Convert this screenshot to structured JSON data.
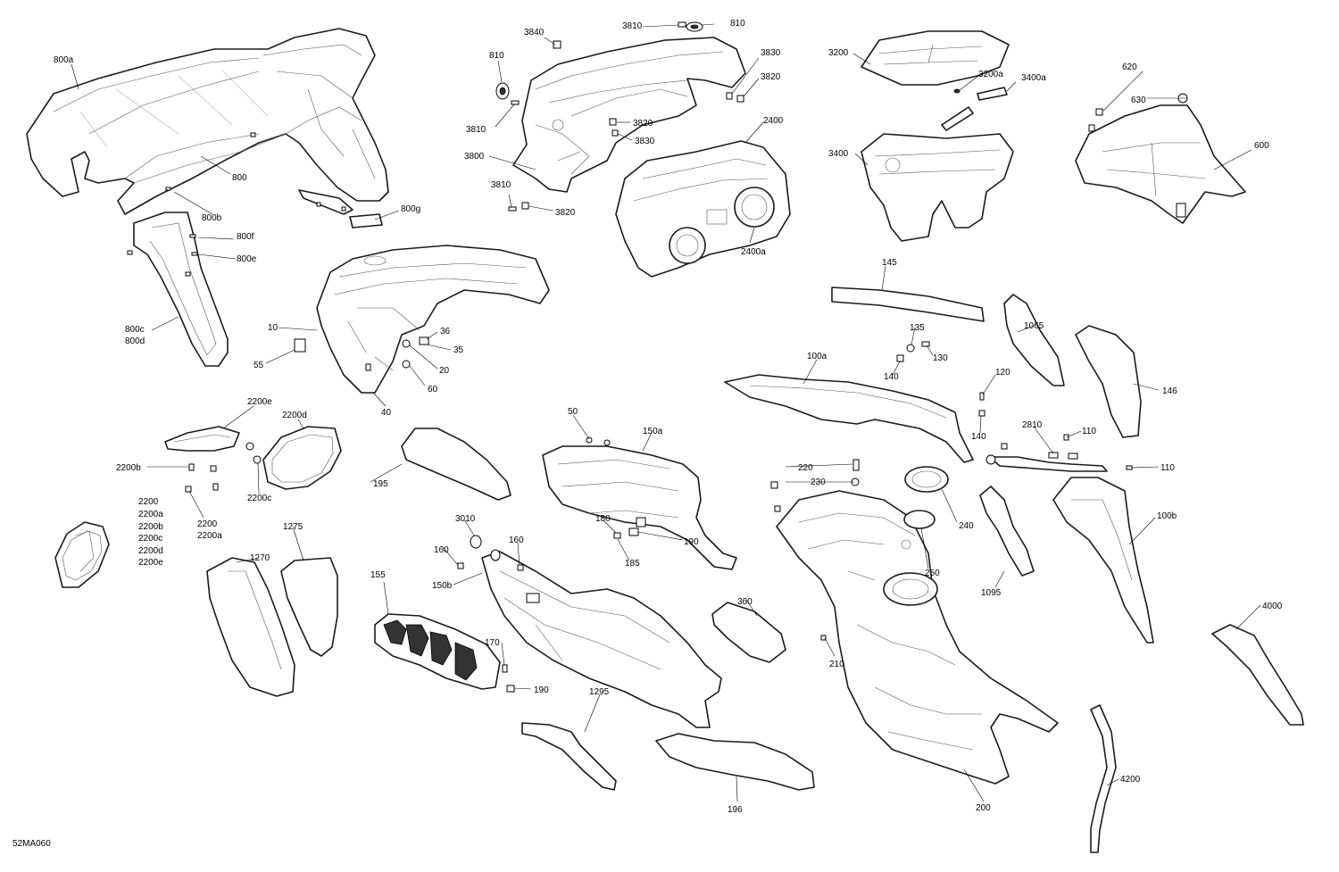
{
  "diagram_code": "52MA060",
  "labels": {
    "l800a": "800a",
    "l800": "800",
    "l800b": "800b",
    "l800f": "800f",
    "l800e": "800e",
    "l800g": "800g",
    "l800c": "800c",
    "l800d": "800d",
    "l3840": "3840",
    "l3810top": "3810",
    "l810top": "810",
    "l810left": "810",
    "l3830top": "3830",
    "l3820top": "3820",
    "l3810mid": "3810",
    "l3820mid": "3820",
    "l3830mid": "3830",
    "l3800": "3800",
    "l3810low": "3810",
    "l3820low": "3820",
    "l2400": "2400",
    "l2400a": "2400a",
    "l3200": "3200",
    "l3200a": "3200a",
    "l3400a": "3400a",
    "l3400": "3400",
    "l620": "620",
    "l630": "630",
    "l600": "600",
    "l10": "10",
    "l36": "36",
    "l35": "35",
    "l55": "55",
    "l20": "20",
    "l60": "60",
    "l40": "40",
    "l145": "145",
    "l1065": "1065",
    "l135": "135",
    "l130": "130",
    "l140a": "140",
    "l100a": "100a",
    "l120": "120",
    "l140b": "140",
    "l146": "146",
    "l2810": "2810",
    "l110a": "110",
    "l110b": "110",
    "l100b": "100b",
    "l2200e": "2200e",
    "l2200d": "2200d",
    "l2200b": "2200b",
    "l2200c": "2200c",
    "l2200pair": "2200",
    "l2200apair": "2200a",
    "l2200": "2200",
    "l2200a": "2200a",
    "l2200b2": "2200b",
    "l2200c2": "2200c",
    "l2200d2": "2200d",
    "l2200e2": "2200e",
    "l195": "195",
    "l50": "50",
    "l150a": "150a",
    "l180": "180",
    "l190a": "190",
    "l185": "185",
    "l220": "220",
    "l230": "230",
    "l240": "240",
    "l250": "250",
    "l1095": "1095",
    "l1275": "1275",
    "l1270": "1270",
    "l3010": "3010",
    "l160a": "160",
    "l160b": "160",
    "l150b": "150b",
    "l155": "155",
    "l170": "170",
    "l190b": "190",
    "l360": "360",
    "l210": "210",
    "l200": "200",
    "l4000": "4000",
    "l1295": "1295",
    "l196": "196",
    "l4200": "4200"
  }
}
